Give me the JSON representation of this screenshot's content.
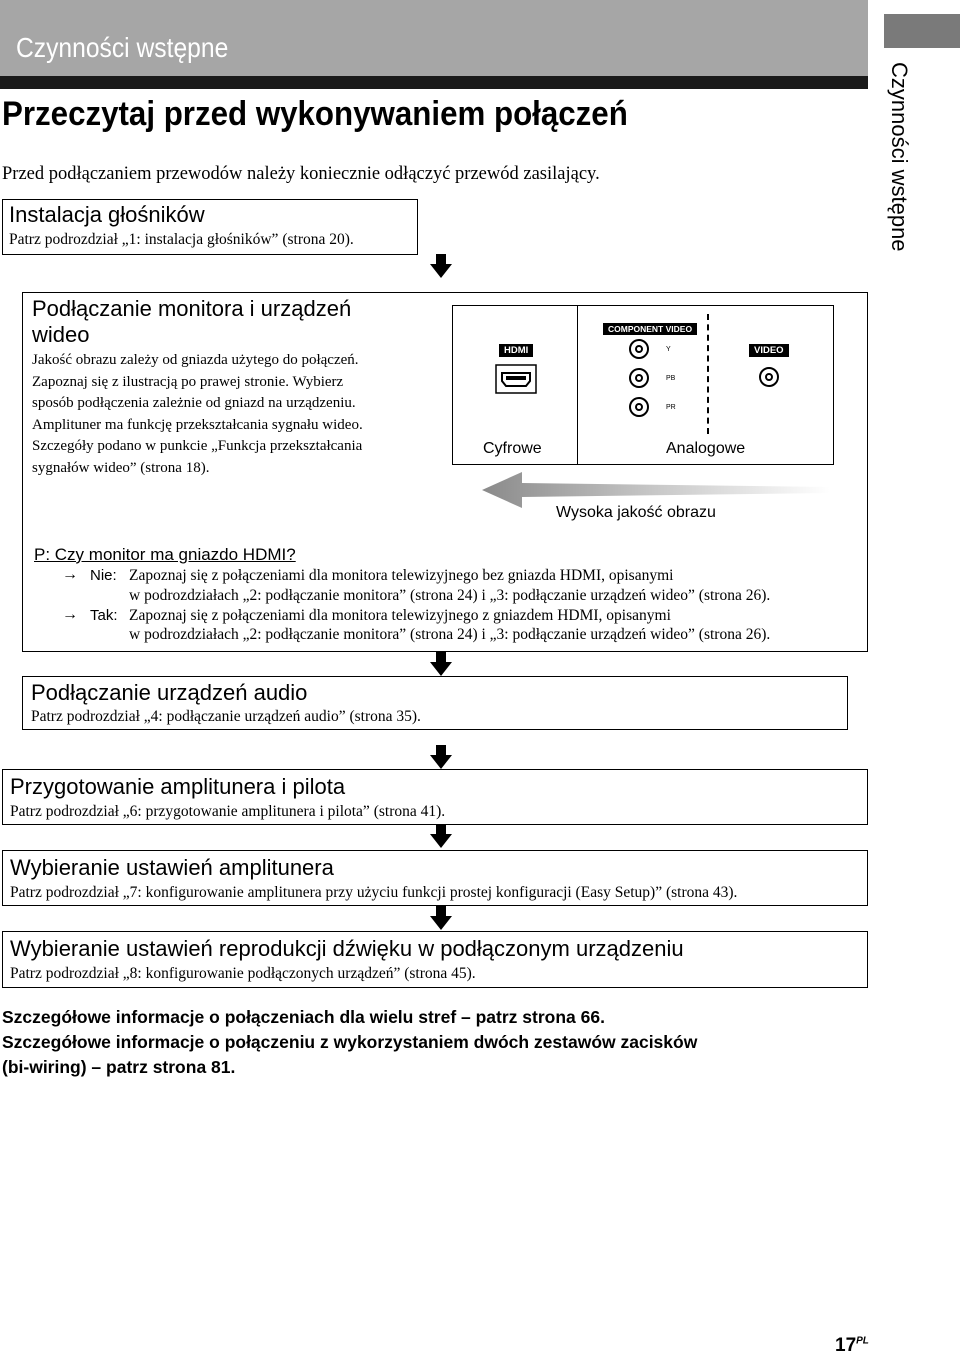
{
  "header": {
    "section_title": "Czynności wstępne",
    "side_label": "Czynności wstępne"
  },
  "page_title": "Przeczytaj przed wykonywaniem połączeń",
  "intro_note": "Przed podłączaniem przewodów należy koniecznie odłączyć przewód zasilający.",
  "steps": [
    {
      "title": "Instalacja głośników",
      "desc": "Patrz podrozdział „1: instalacja głośników” (strona 20)."
    },
    {
      "title": "Podłączanie urządzeń audio",
      "desc": "Patrz podrozdział „4: podłączanie urządzeń audio” (strona 35)."
    },
    {
      "title": "Przygotowanie amplitunera i pilota",
      "desc": "Patrz podrozdział „6: przygotowanie amplitunera i pilota” (strona 41)."
    },
    {
      "title": "Wybieranie ustawień amplitunera",
      "desc": "Patrz podrozdział „7: konfigurowanie amplitunera przy użyciu funkcji prostej konfiguracji (Easy Setup)” (strona 43)."
    },
    {
      "title": "Wybieranie ustawień reprodukcji dźwięku w podłączonym urządzeniu",
      "desc": "Patrz podrozdział „8: konfigurowanie podłączonych urządzeń” (strona 45)."
    }
  ],
  "video": {
    "title_line1": "Podłączanie monitora i urządzeń",
    "title_line2": "wideo",
    "desc_lines": [
      "Jakość obrazu zależy od gniazda użytego do połączeń.",
      "Zapoznaj się z ilustracją po prawej stronie. Wybierz",
      "sposób podłączenia zależnie od gniazd na urządzeniu.",
      "Amplituner ma funkcję przekształcania sygnału wideo.",
      "Szczegóły podano w punkcie „Funkcja przekształcania",
      "sygnałów wideo” (strona 18)."
    ],
    "diagram": {
      "hdmi_label": "HDMI",
      "component_label": "COMPONENT VIDEO",
      "video_label": "VIDEO",
      "jack_y": "Y",
      "jack_pb": "PB",
      "jack_pr": "PR",
      "digital_label": "Cyfrowe",
      "analog_label": "Analogowe",
      "quality_label": "Wysoka jakość obrazu"
    },
    "question": "P: Czy monitor ma gniazdo HDMI?",
    "answers": [
      {
        "key": "Nie:",
        "line1": "Zapoznaj się z połączeniami dla monitora telewizyjnego bez gniazda HDMI, opisanymi",
        "line2": "w podrozdziałach „2: podłączanie monitora” (strona 24) i „3: podłączanie urządzeń wideo” (strona 26)."
      },
      {
        "key": "Tak:",
        "line1": "Zapoznaj się z połączeniami dla monitora telewizyjnego z gniazdem HDMI, opisanymi",
        "line2": "w podrozdziałach „2: podłączanie monitora” (strona 24) i „3: podłączanie urządzeń wideo” (strona 26)."
      }
    ]
  },
  "footer_notes": [
    "Szczegółowe informacje o połączeniach dla wielu stref – patrz strona 66.",
    "Szczegółowe informacje o połączeniu z wykorzystaniem dwóch zestawów zacisków",
    "(bi-wiring) – patrz strona 81."
  ],
  "page_number": "17",
  "page_number_suffix": "PL"
}
